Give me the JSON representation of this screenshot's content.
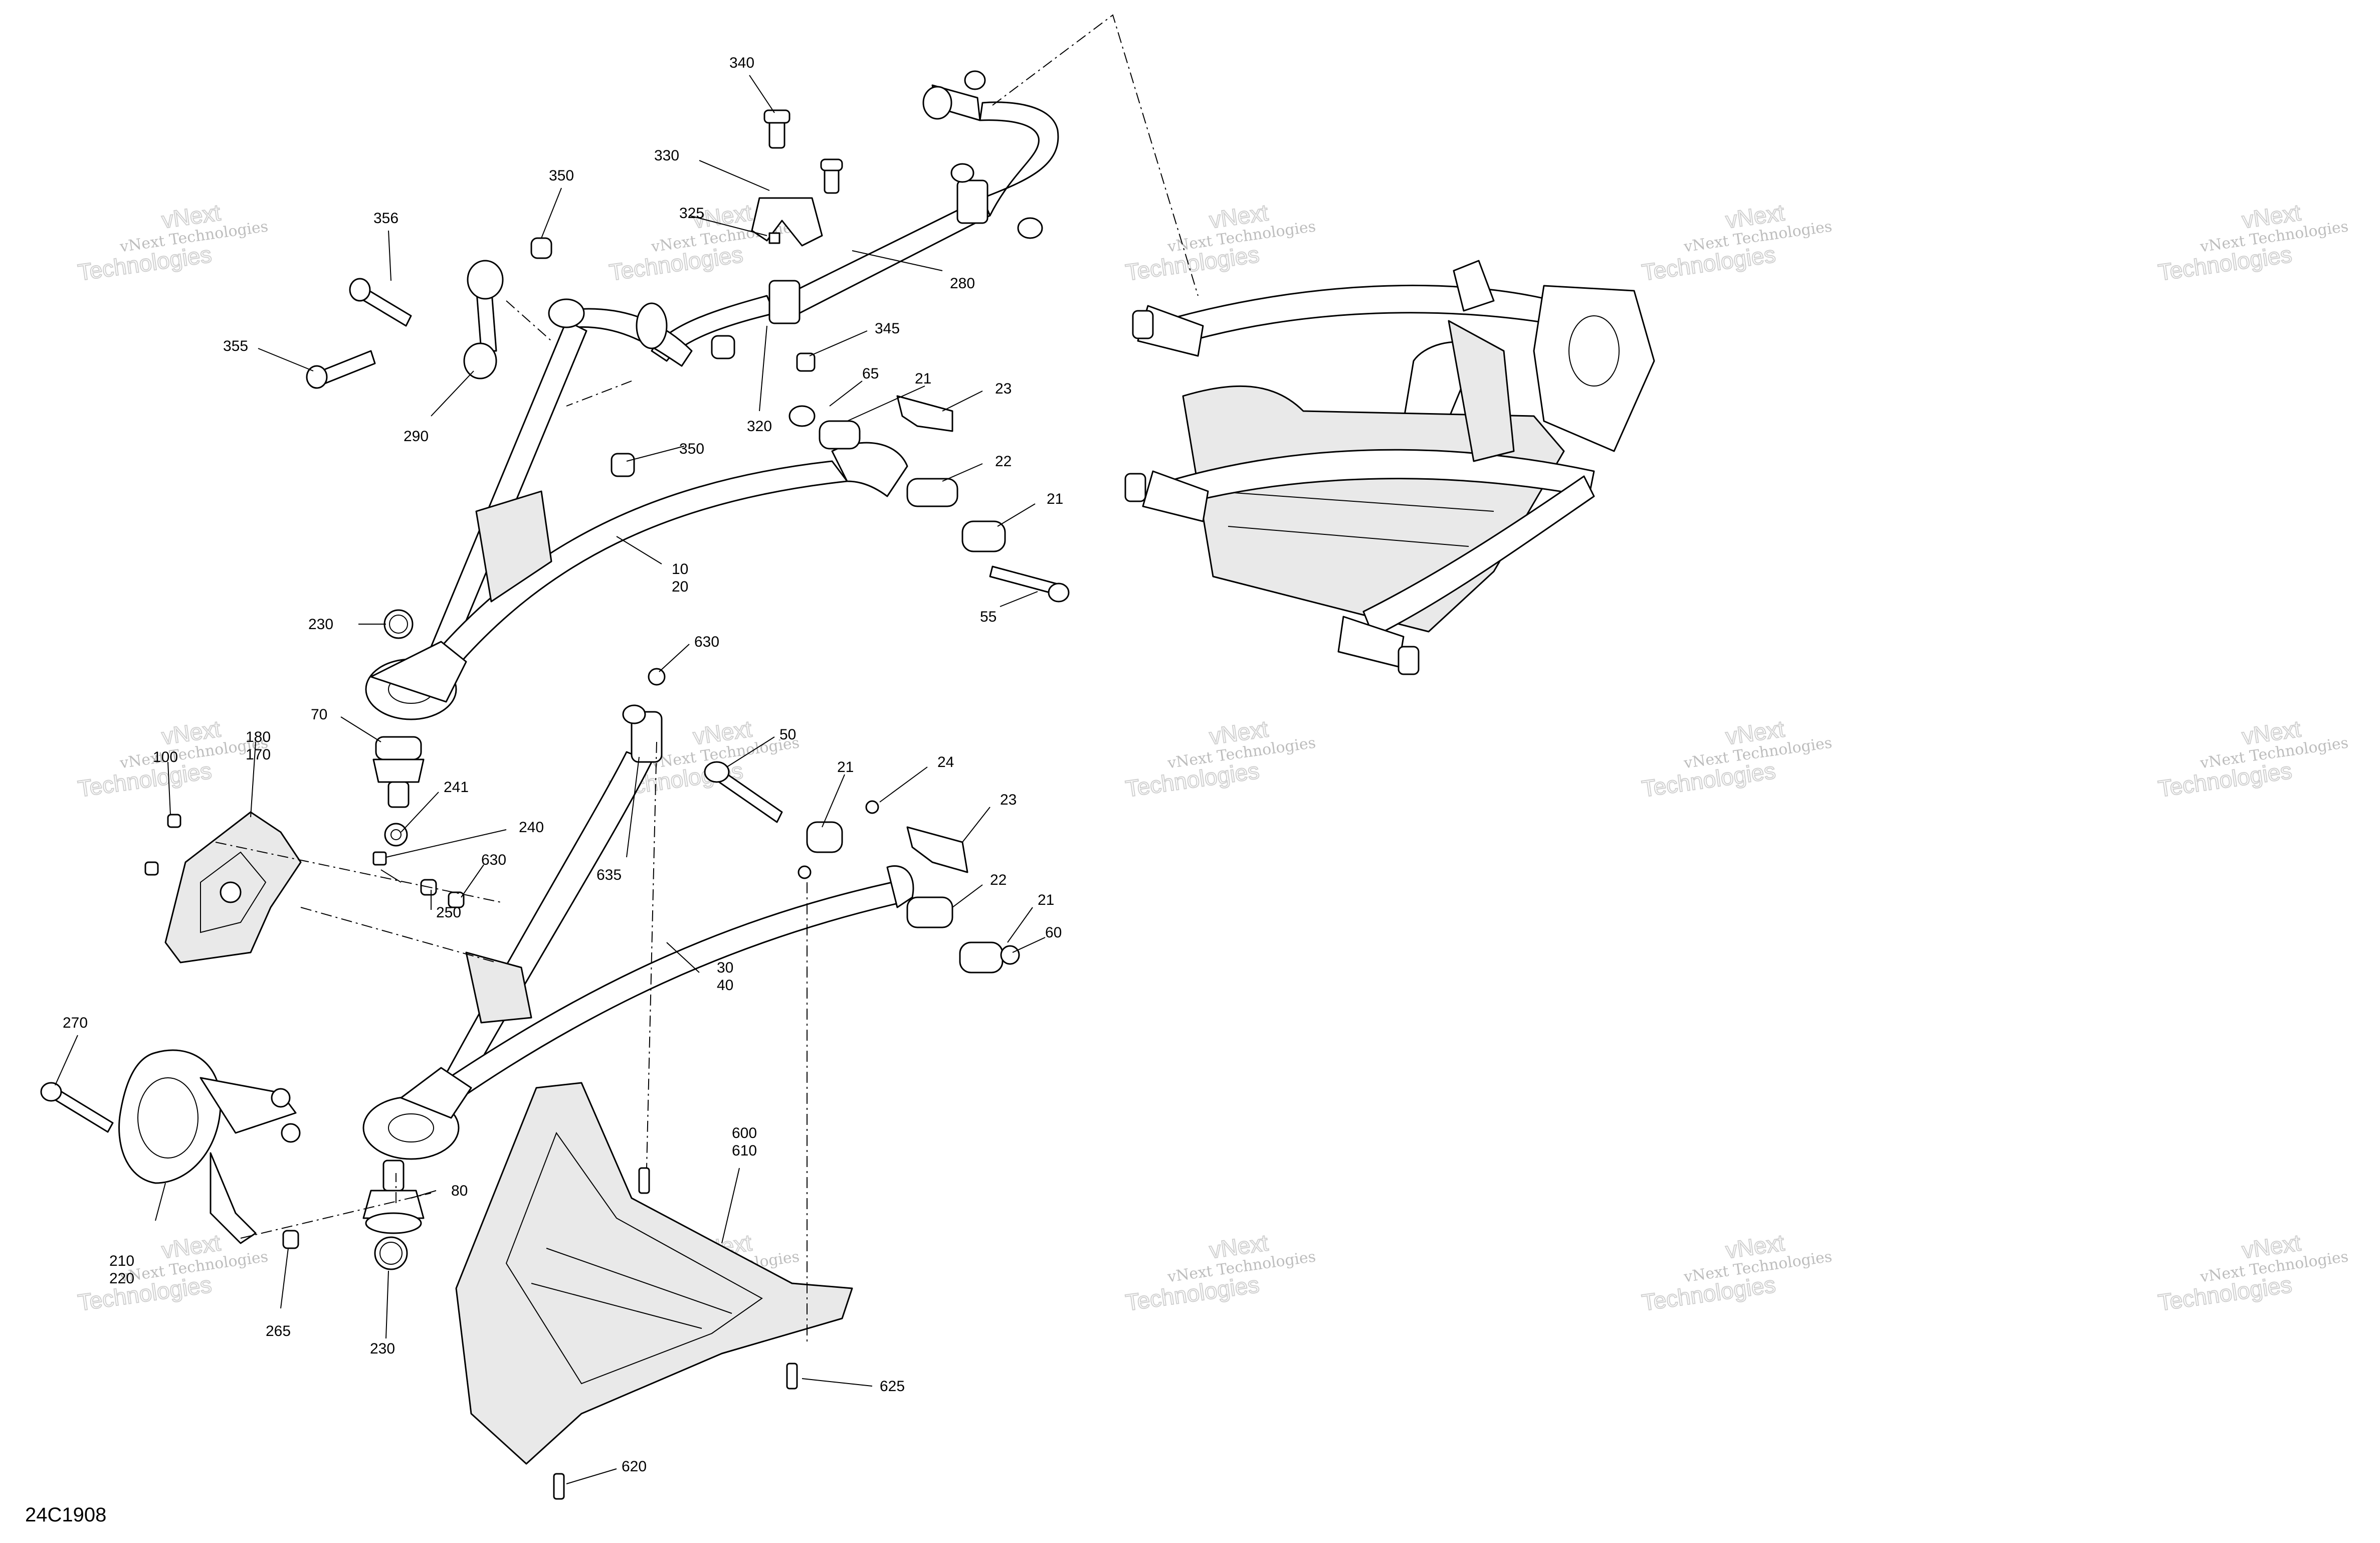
{
  "diagram": {
    "code": "24C1908",
    "watermark": {
      "line1": "vNext Technologies",
      "line2": "vNext",
      "line3": "Technologies"
    },
    "callouts": [
      "340",
      "330",
      "350",
      "356",
      "325",
      "280",
      "355",
      "290",
      "345",
      "65",
      "21",
      "23",
      "320",
      "350",
      "22",
      "21",
      "10",
      "20",
      "55",
      "230",
      "630",
      "70",
      "180",
      "170",
      "50",
      "100",
      "24",
      "241",
      "21",
      "23",
      "240",
      "250",
      "630",
      "635",
      "22",
      "21",
      "60",
      "30",
      "40",
      "270",
      "80",
      "600",
      "610",
      "210",
      "220",
      "265",
      "230",
      "625",
      "620"
    ]
  }
}
